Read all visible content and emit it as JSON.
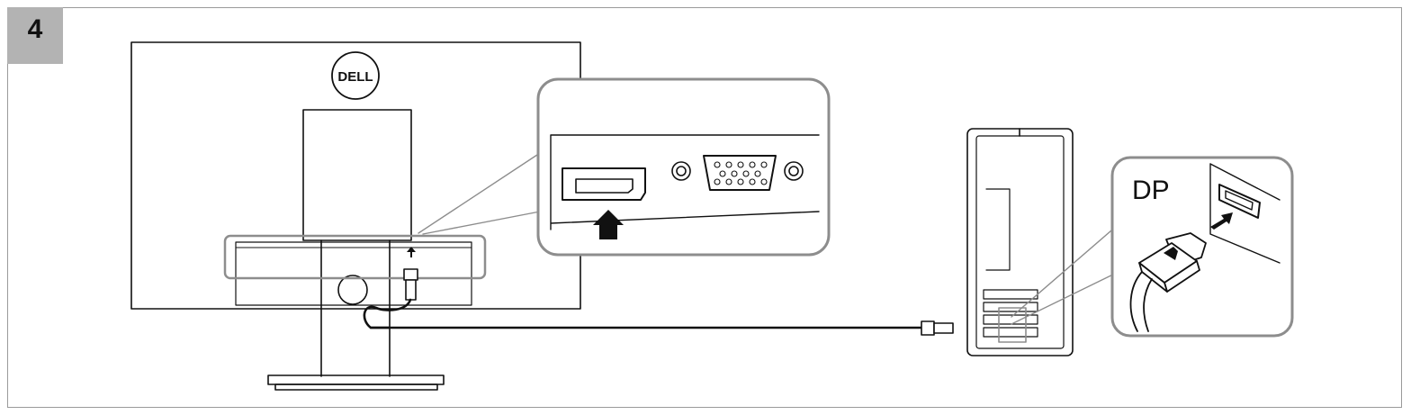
{
  "step": {
    "number": "4"
  },
  "monitor": {
    "brand_logo": "DELL"
  },
  "computer_callout": {
    "port_label": "DP"
  },
  "icons": {
    "connector_plug": "displayport-plug-icon",
    "port": "displayport-port-icon",
    "insert_arrow": "up-arrow-icon"
  }
}
